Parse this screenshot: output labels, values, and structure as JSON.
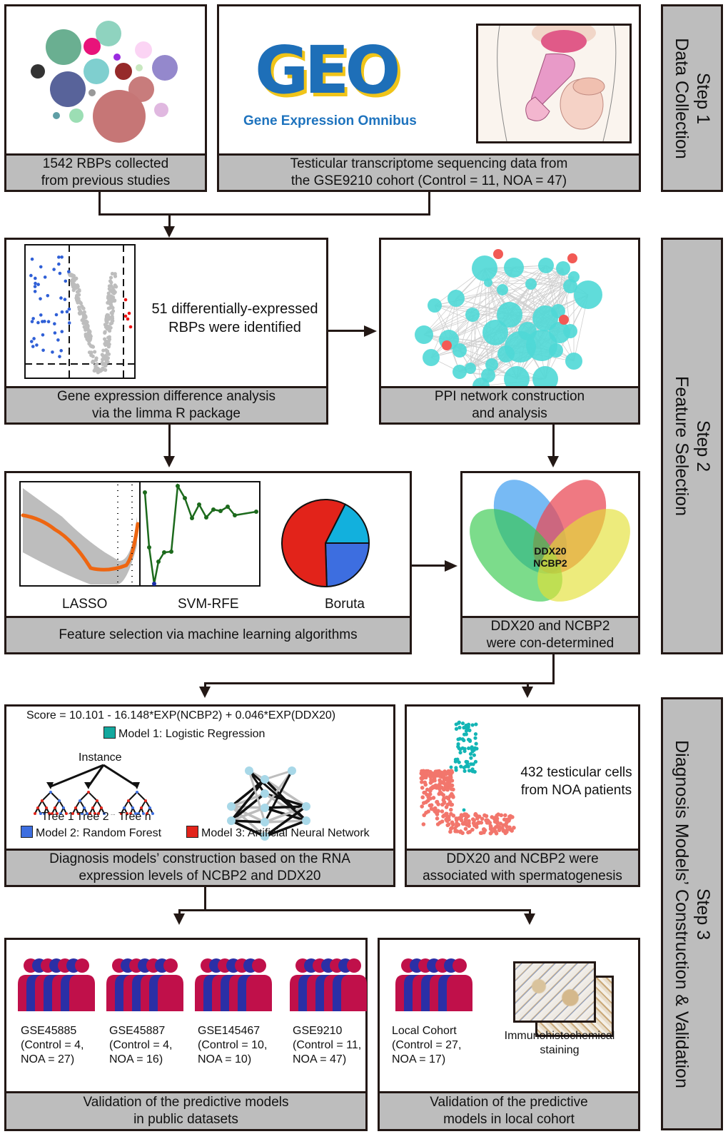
{
  "steps": [
    {
      "label": "Step 1",
      "title": "Data Collection"
    },
    {
      "label": "Step 2",
      "title": "Feature Selection"
    },
    {
      "label": "Step 3",
      "title": "Diagnosis Models’ Construction & Validation"
    }
  ],
  "panels": {
    "rbps": {
      "caption_line1": "1542 RBPs collected",
      "caption_line2": "from previous studies"
    },
    "geo": {
      "logo_text": "GEO",
      "logo_subtitle": "Gene Expression Omnibus",
      "caption_line1": "Testicular transcriptome sequencing data from",
      "caption_line2": "the GSE9210 cohort (Control = 11, NOA = 47)"
    },
    "limma": {
      "result_line1": "51 differentially-expressed",
      "result_line2": "RBPs were identified",
      "caption_line1": "Gene expression difference analysis",
      "caption_line2": "via the limma R package"
    },
    "ppi": {
      "caption_line1": "PPI network construction",
      "caption_line2": "and analysis"
    },
    "ml": {
      "methods": [
        "LASSO",
        "SVM-RFE",
        "Boruta"
      ],
      "caption": "Feature selection via machine learning algorithms"
    },
    "venn": {
      "genes_line1": "DDX20",
      "genes_line2": "NCBP2",
      "caption_line1": "DDX20 and NCBP2",
      "caption_line2": "were con-determined"
    },
    "models": {
      "formula": "Score = 10.101 - 16.148*EXP(NCBP2) + 0.046*EXP(DDX20)",
      "model1": "Model 1: Logistic Regression",
      "model2": "Model 2: Random Forest",
      "model3": "Model 3: Artificial Neural Network",
      "instance_label": "Instance",
      "trees": [
        "Tree 1",
        "Tree 2",
        "Tree n"
      ],
      "ellipsis": "...",
      "colors": {
        "model1": "#13a89e",
        "model2": "#3d6ee0",
        "model3": "#e2231a"
      },
      "caption_line1": "Diagnosis models’ construction based on the RNA",
      "caption_line2": "expression levels of NCBP2 and DDX20"
    },
    "scrna": {
      "result_line1": "432 testicular cells",
      "result_line2": "from NOA patients",
      "caption_line1": "DDX20 and NCBP2 were",
      "caption_line2": "associated with spermatogenesis"
    },
    "public": {
      "datasets": [
        {
          "name": "GSE45885",
          "line2": "(Control = 4,",
          "line3": "NOA = 27)"
        },
        {
          "name": "GSE45887",
          "line2": "(Control = 4,",
          "line3": "NOA = 16)"
        },
        {
          "name": "GSE145467",
          "line2": "(Control = 10,",
          "line3": "NOA = 10)"
        },
        {
          "name": "GSE9210",
          "line2": "(Control = 11,",
          "line3": "NOA = 47)"
        }
      ],
      "caption_line1": "Validation of the predictive models",
      "caption_line2": "in public datasets"
    },
    "local": {
      "cohort_line1": "Local Cohort",
      "cohort_line2": "(Control = 27,",
      "cohort_line3": "NOA = 17)",
      "ihc_line1": "Immunohistochemical",
      "ihc_line2": "staining",
      "caption_line1": "Validation of the predictive",
      "caption_line2": "models in local cohort"
    }
  },
  "colors": {
    "border": "#231815",
    "caption_bg": "#bdbdbd",
    "person_noa": "#c0104a",
    "person_control": "#2b2fa6",
    "ppi_node": "#4fd8d6",
    "ppi_hub": "#f25a55"
  }
}
